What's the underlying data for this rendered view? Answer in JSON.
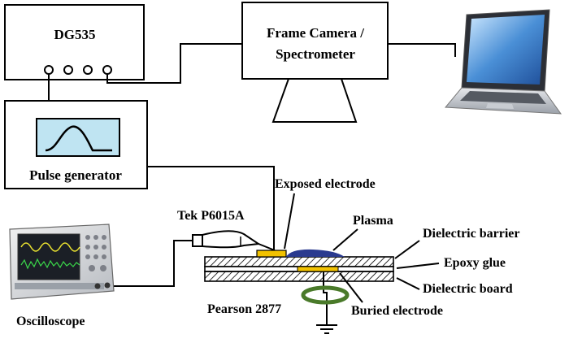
{
  "labels": {
    "dg535": "DG535",
    "camera_line1": "Frame Camera /",
    "camera_line2": "Spectrometer",
    "pulse_generator": "Pulse generator",
    "exposed_electrode": "Exposed electrode",
    "tek_probe": "Tek P6015A",
    "plasma": "Plasma",
    "dielectric_barrier": "Dielectric barrier",
    "epoxy_glue": "Epoxy glue",
    "dielectric_board": "Dielectric board",
    "oscilloscope": "Oscilloscope",
    "pearson": "Pearson 2877",
    "buried_electrode": "Buried electrode"
  },
  "colors": {
    "line": "#000000",
    "electrode": "#f2c200",
    "plasma": "#2a3a8f",
    "waveform_screen": "#bfe4f2",
    "current_coil": "#4a7a2a"
  },
  "icons": {
    "laptop": "laptop-icon",
    "oscilloscope": "oscilloscope-icon",
    "ground": "ground-icon",
    "pulse_waveform": "pulse-waveform-icon",
    "bnc_connector": "connector-icon"
  }
}
